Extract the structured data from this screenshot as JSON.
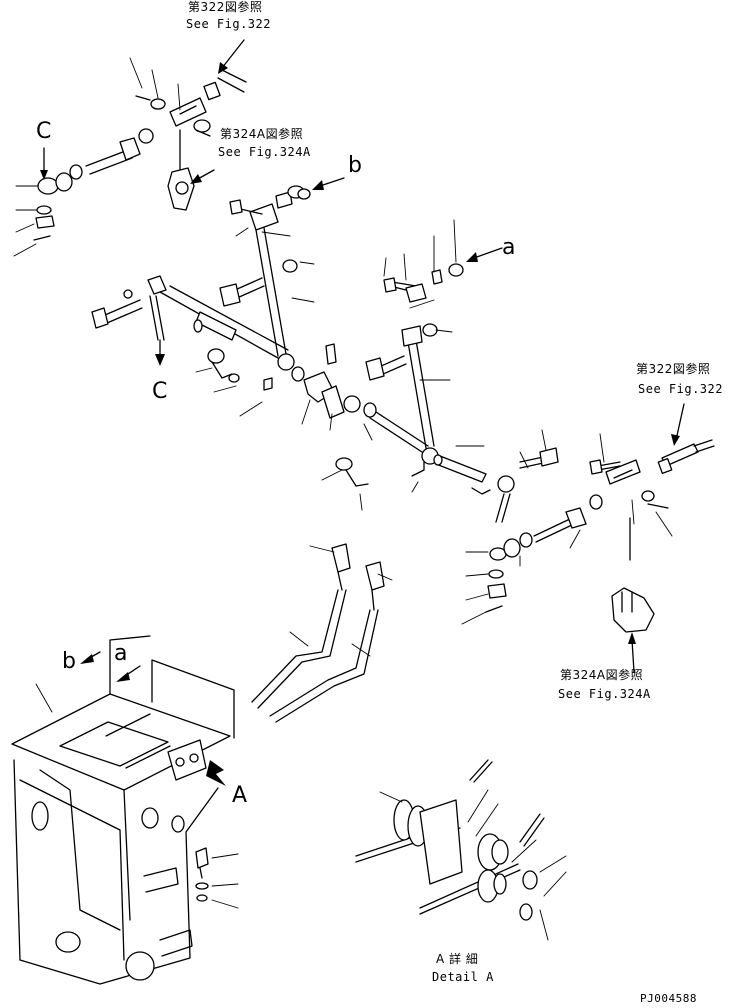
{
  "refs": {
    "fig322_top_jp": "第322図参照",
    "fig322_top_en": "See Fig.322",
    "fig324a_left_jp": "第324A図参照",
    "fig324a_left_en": "See Fig.324A",
    "fig322_right_jp": "第322図参照",
    "fig322_right_en": "See Fig.322",
    "fig324a_right_jp": "第324A図参照",
    "fig324a_right_en": "See Fig.324A"
  },
  "callouts": {
    "c_top": "C",
    "c_bottom": "C",
    "b_top": "b",
    "a_mid": "a",
    "b_frame": "b",
    "a_frame": "a",
    "detail_arrow": "A"
  },
  "detail": {
    "jp": "A 詳 細",
    "en": "Detail A"
  },
  "drawing_code": "PJ004588"
}
